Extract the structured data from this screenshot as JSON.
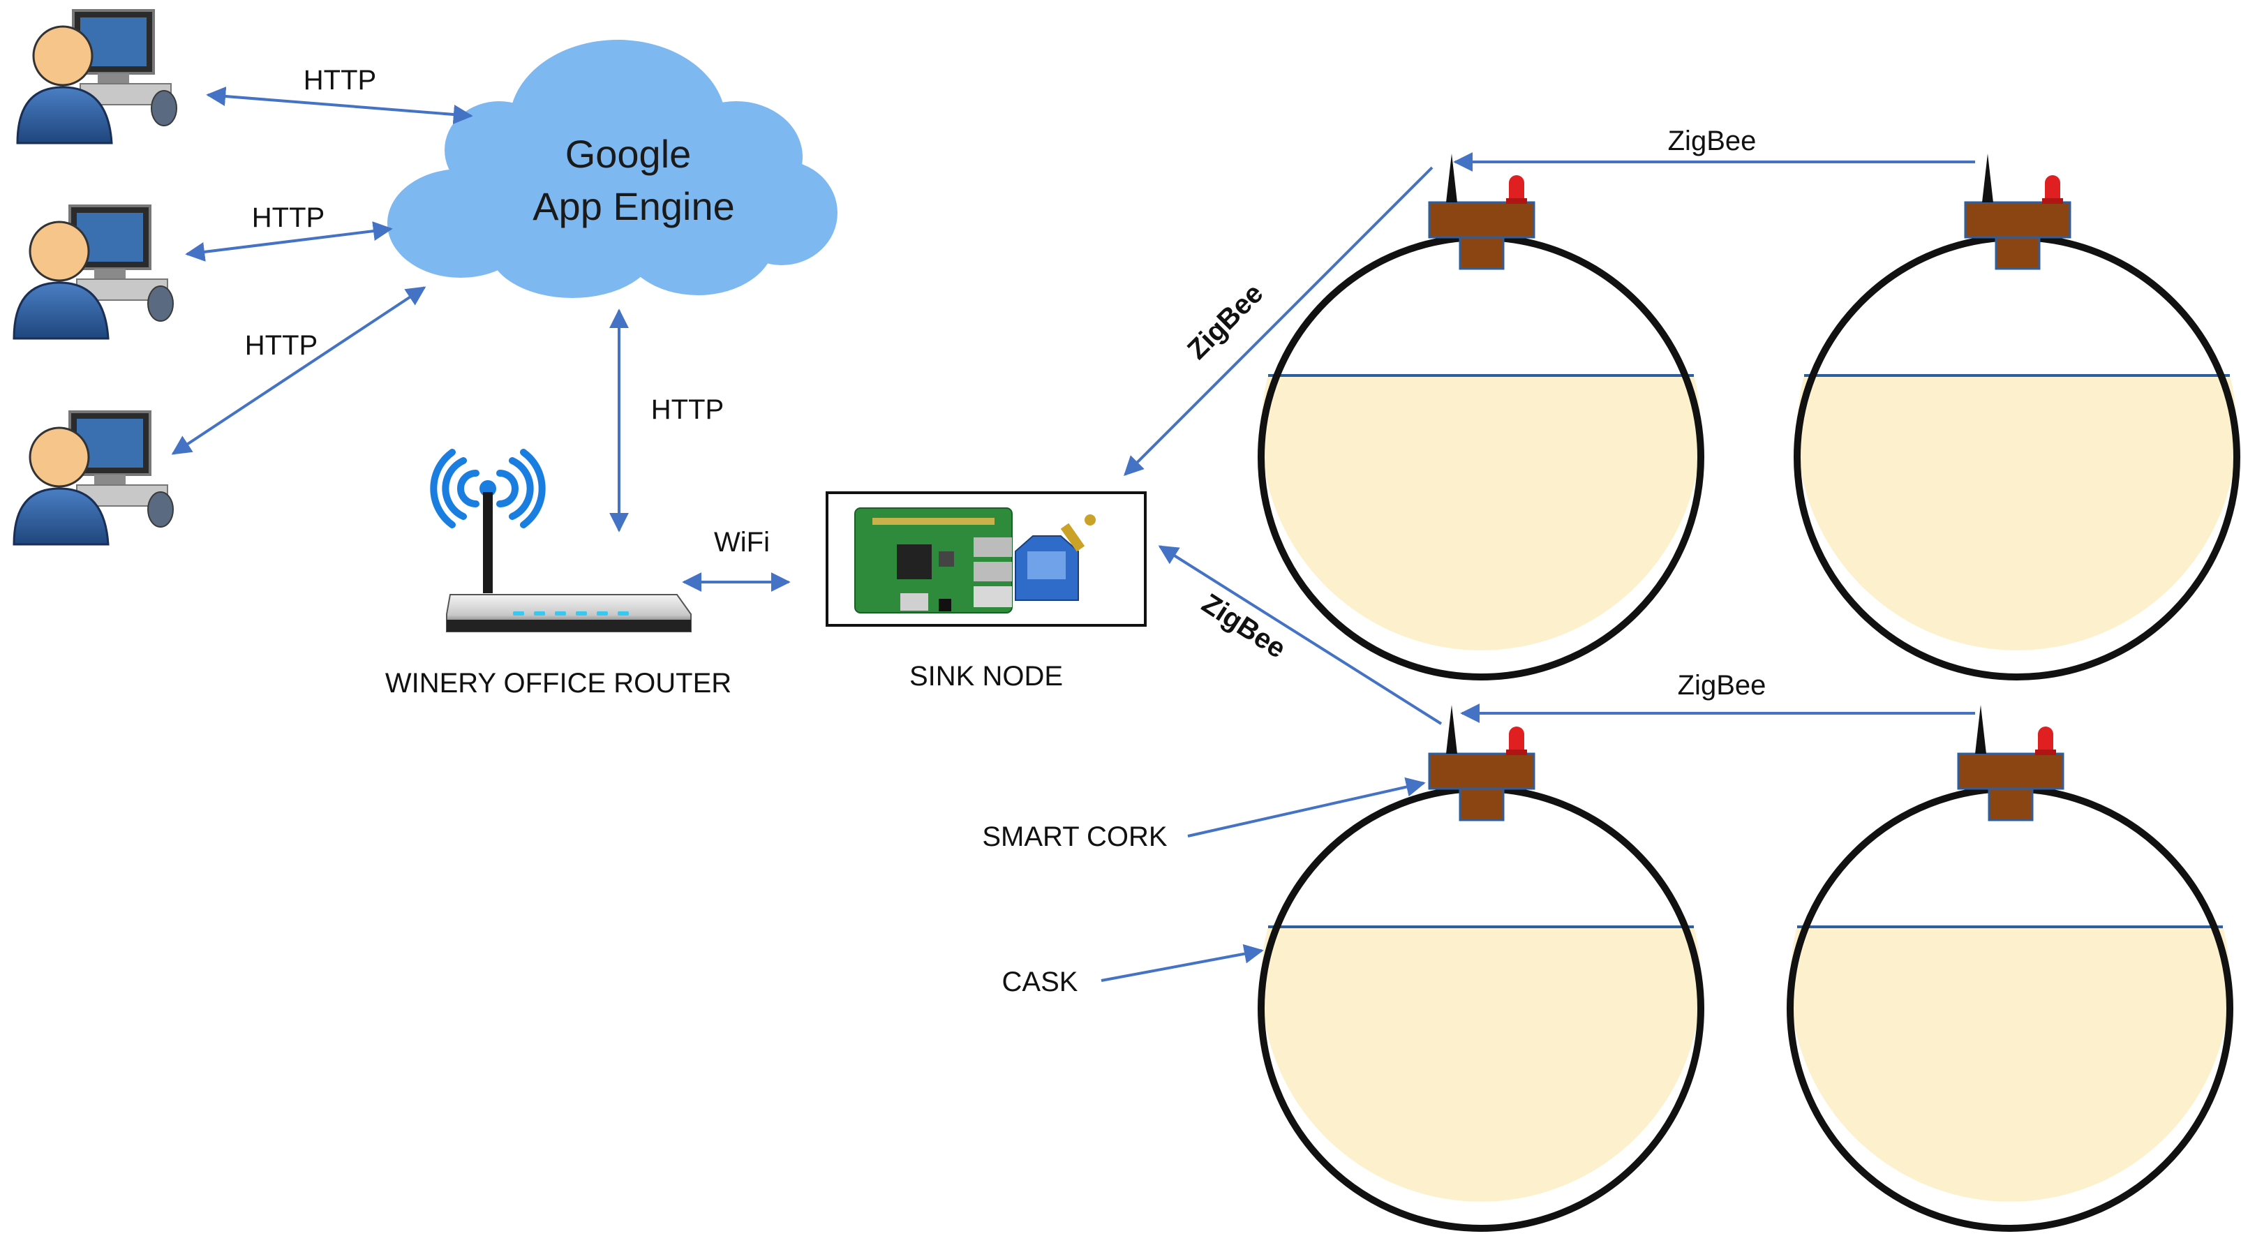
{
  "cloud": {
    "line1": "Google",
    "line2": "App Engine"
  },
  "links": {
    "http_user1": "HTTP",
    "http_user2": "HTTP",
    "http_user3": "HTTP",
    "http_router": "HTTP",
    "wifi": "WiFi",
    "zigbee_top": "ZigBee",
    "zigbee_bottom": "ZigBee",
    "zigbee_diag_upper": "ZigBee",
    "zigbee_diag_lower": "ZigBee"
  },
  "labels": {
    "router": "WINERY OFFICE ROUTER",
    "sink": "SINK NODE",
    "smart_cork": "SMART CORK",
    "cask": "CASK"
  },
  "icons": {
    "user": "user-computer-icon",
    "router": "wifi-router-icon",
    "board": "raspberry-pi-icon",
    "radio": "xbee-module-icon",
    "led": "led-icon",
    "antenna": "antenna-icon"
  },
  "colors": {
    "arrow": "#4472C4",
    "cloud": "#7EB8F0",
    "wine": "#FDF0CC",
    "cork": "#8B4513",
    "led": "#E02020",
    "user_body": "#2F5E9E",
    "skin": "#F5C58A"
  }
}
